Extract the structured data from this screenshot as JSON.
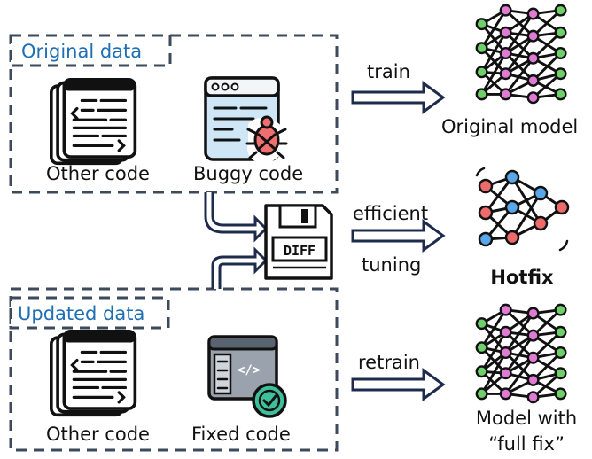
{
  "original_group": {
    "label": "Original data",
    "items": [
      {
        "label": "Other code",
        "icon": "code-document-stack-icon"
      },
      {
        "label": "Buggy code",
        "icon": "buggy-browser-code-icon"
      }
    ]
  },
  "updated_group": {
    "label": "Updated data",
    "items": [
      {
        "label": "Other code",
        "icon": "code-document-stack-icon"
      },
      {
        "label": "Fixed code",
        "icon": "fixed-code-check-icon"
      }
    ]
  },
  "diff": {
    "label": "DIFF",
    "icon": "floppy-disk-diff-icon"
  },
  "arrows": {
    "train": "train",
    "efficient": "efficient",
    "tuning": "tuning",
    "retrain": "retrain"
  },
  "models": {
    "original": "Original model",
    "hotfix": "Hotfix",
    "full_fix_line1": "Model with",
    "full_fix_line2": "“full fix”"
  },
  "colors": {
    "box_border": "#3d4a5c",
    "label_blue": "#1f6fb5",
    "arrow_navy": "#1e2b4d",
    "node_pink": "#e07bd3",
    "node_green": "#6fcf6a",
    "node_red": "#ee6b6b",
    "node_blue": "#5aa6e8",
    "check_green": "#3fbf9a",
    "bug_red": "#ef6f6f",
    "light_blue": "#cfe6f7"
  }
}
